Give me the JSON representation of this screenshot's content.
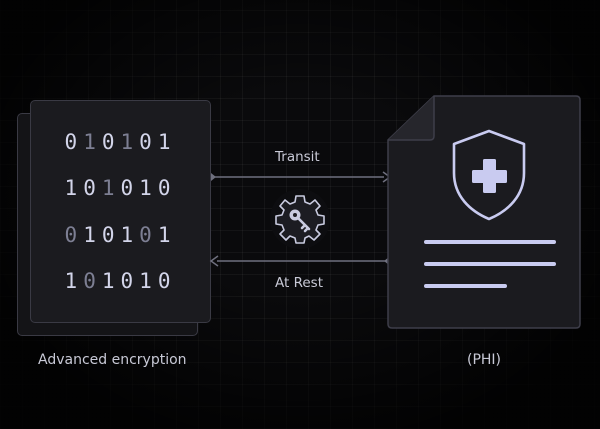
{
  "left_card": {
    "binary_rows": [
      "010101",
      "101010",
      "010101",
      "101010"
    ],
    "caption": "Advanced encryption"
  },
  "right_document": {
    "caption": "(PHI)",
    "icon": "medical-shield-icon"
  },
  "connectors": {
    "top_label": "Transit",
    "bottom_label": "At Rest",
    "center_icon": "gear-key-icon"
  },
  "colors": {
    "background": "#0a0a0c",
    "card_fill": "#1b1b1f",
    "card_border": "#3a3a44",
    "accent": "#c9cbf0"
  }
}
